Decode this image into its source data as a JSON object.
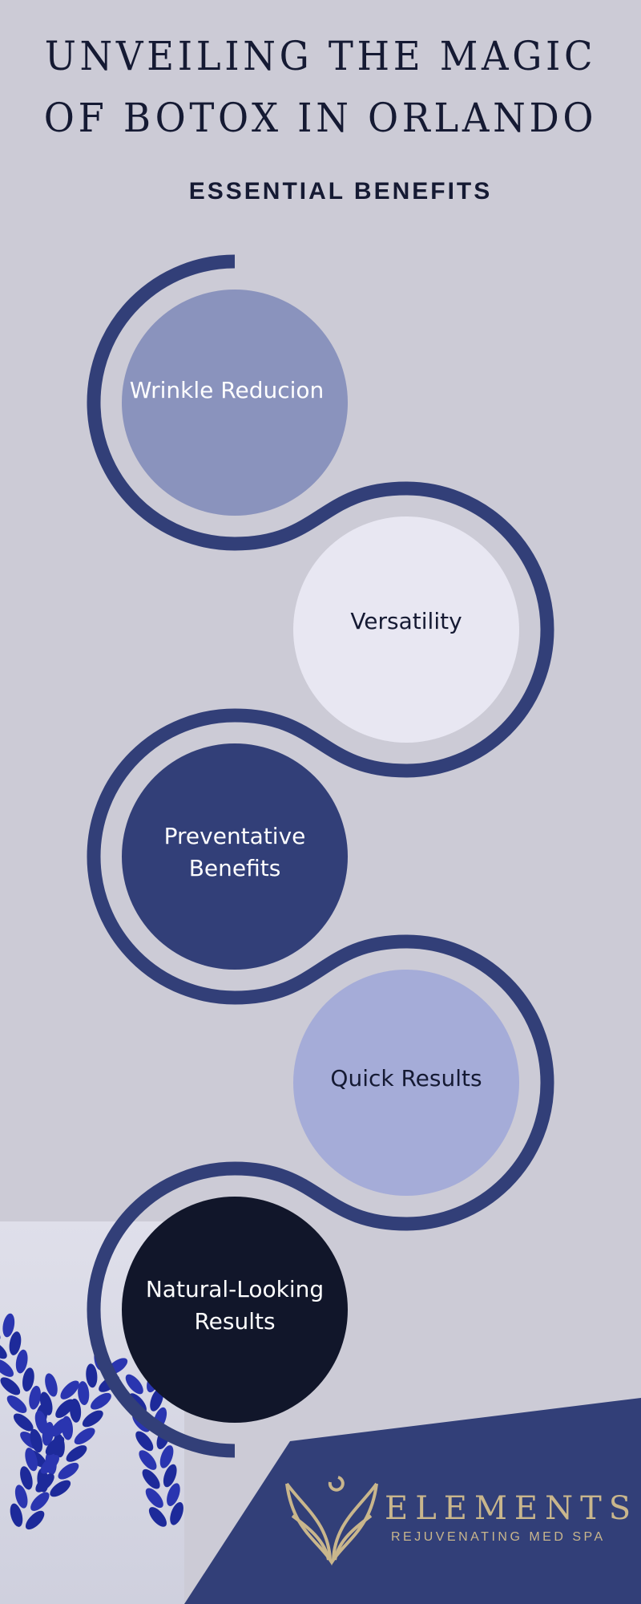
{
  "header": {
    "title_line1": "UNVEILING THE MAGIC",
    "title_line2": "OF BOTOX IN ORLANDO",
    "subtitle": "ESSENTIAL BENEFITS"
  },
  "benefits": [
    {
      "label": "Wrinkle Reducion",
      "color": "#8a93bd",
      "text_color": "#ffffff"
    },
    {
      "label": "Versatility",
      "color": "#e8e7f2",
      "text_color": "#151a33"
    },
    {
      "label": "Preventative Benefits",
      "color": "#323f78",
      "text_color": "#ffffff"
    },
    {
      "label": "Quick Results",
      "color": "#a5acd8",
      "text_color": "#151a33"
    },
    {
      "label": "Natural-Looking Results",
      "color": "#11162a",
      "text_color": "#ffffff"
    }
  ],
  "colors": {
    "background": "#cccbd6",
    "ring": "#323f78",
    "brand_panel": "#323f78",
    "gold": "#c9b68c"
  },
  "brand": {
    "name": "ELEMENTS",
    "tagline": "REJUVENATING MED SPA"
  }
}
